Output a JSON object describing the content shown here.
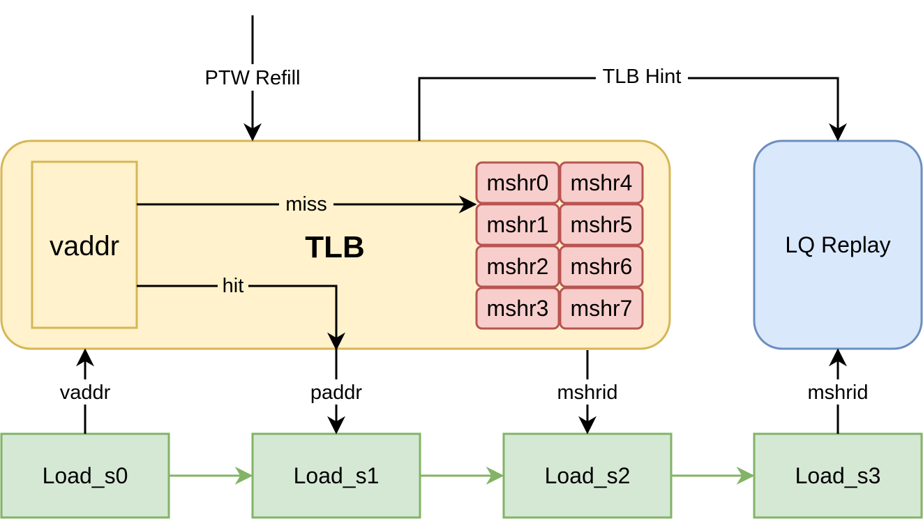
{
  "colors": {
    "tlb_fill": "#fff2cc",
    "tlb_stroke": "#d6b656",
    "mshr_fill": "#f8cecc",
    "mshr_stroke": "#b85450",
    "lq_fill": "#dae8fc",
    "lq_stroke": "#6c8ebf",
    "stage_fill": "#d5e8d4",
    "stage_stroke": "#82b366",
    "line": "#000000"
  },
  "tlb": {
    "title": "TLB",
    "vaddr_label": "vaddr",
    "mshrs": [
      "mshr0",
      "mshr4",
      "mshr1",
      "mshr5",
      "mshr2",
      "mshr6",
      "mshr3",
      "mshr7"
    ]
  },
  "lq_replay": {
    "label": "LQ Replay"
  },
  "stages": [
    "Load_s0",
    "Load_s1",
    "Load_s2",
    "Load_s3"
  ],
  "edges": {
    "ptw_refill": "PTW Refill",
    "tlb_hint": "TLB Hint",
    "miss": "miss",
    "hit": "hit",
    "vaddr": "vaddr",
    "paddr": "paddr",
    "mshrid_s2": "mshrid",
    "mshrid_s3": "mshrid"
  }
}
